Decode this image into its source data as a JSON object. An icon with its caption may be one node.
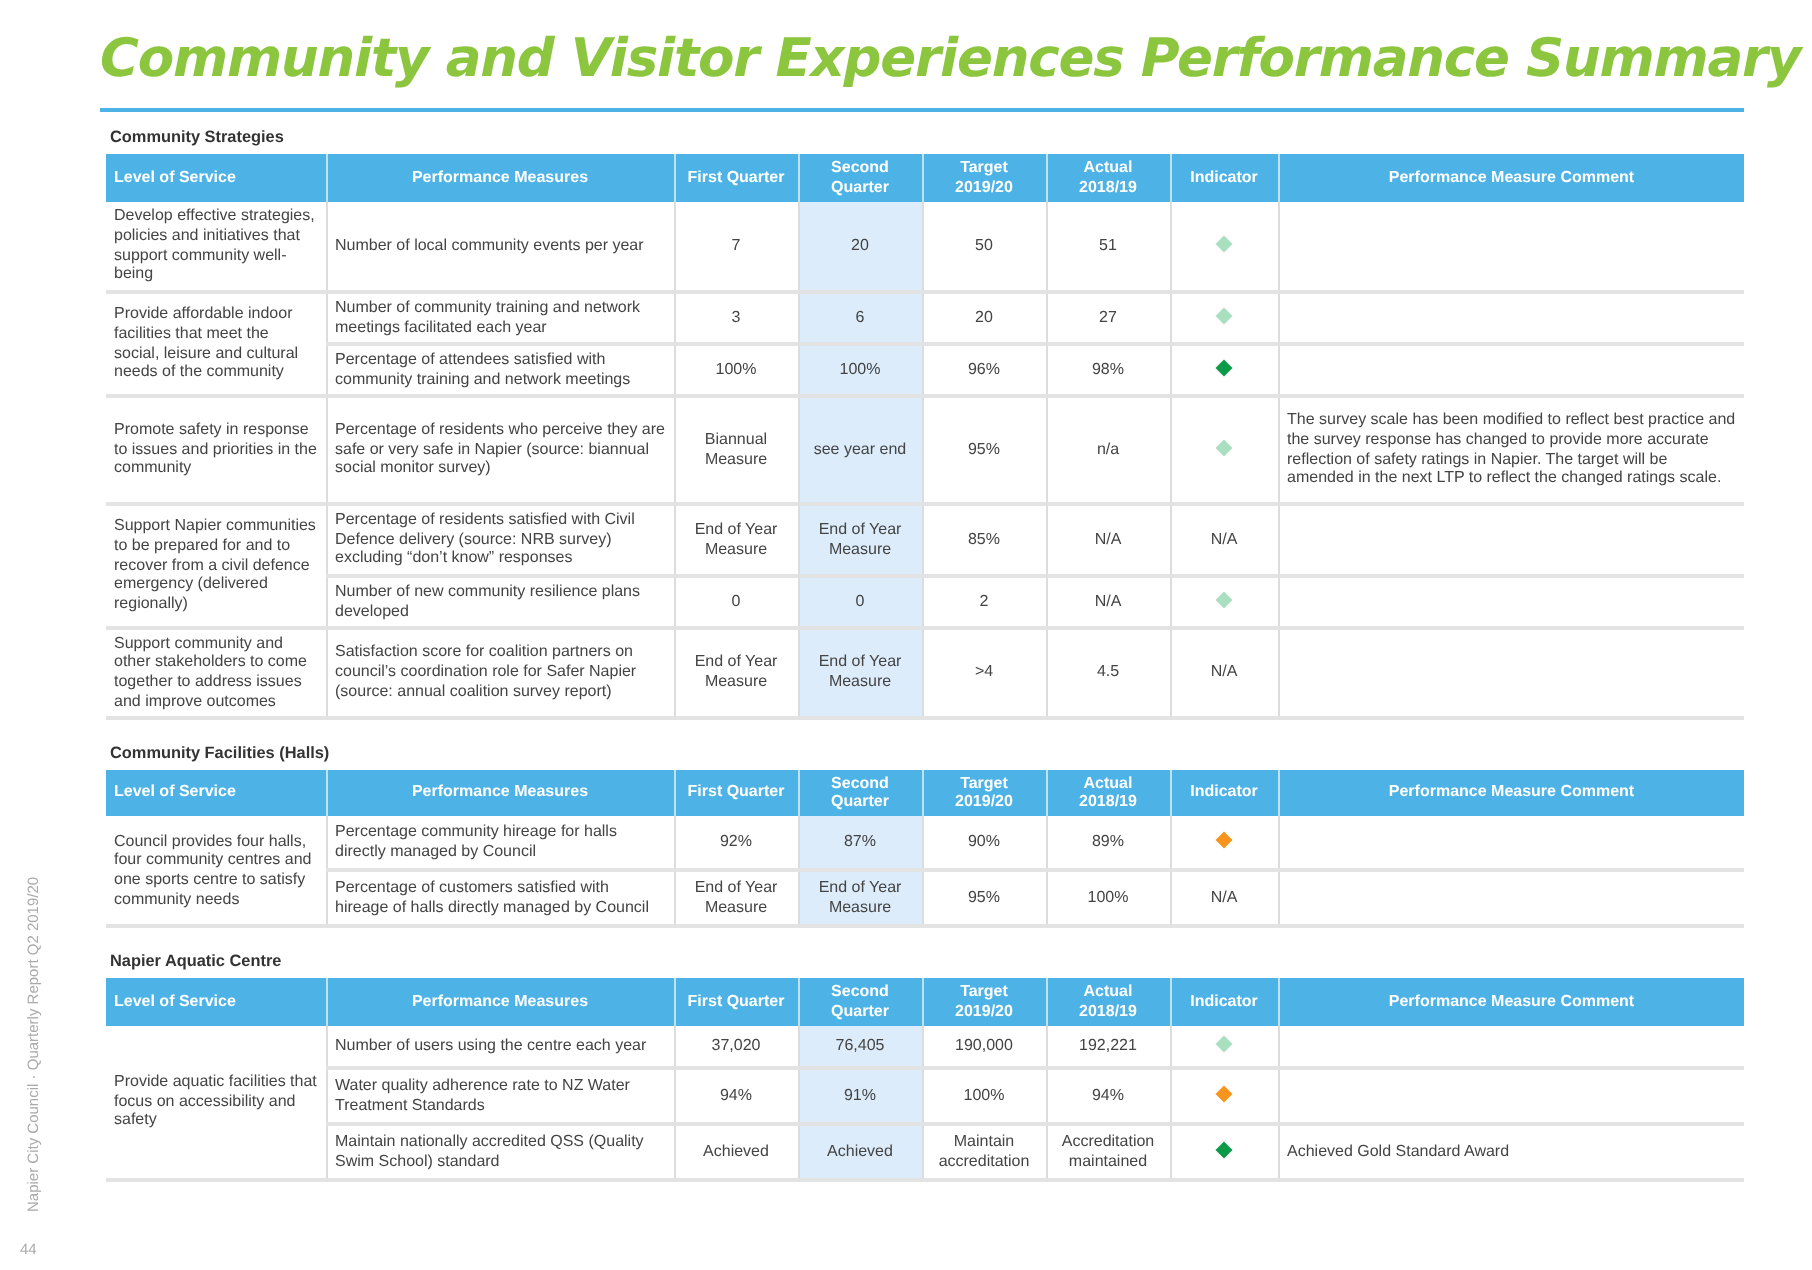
{
  "diagram": {
    "title": "Community and Visitor Experiences Performance Summary",
    "labels": [
      "Community Strategies",
      "Level of Service",
      "Performance Measures",
      "First Quarter",
      "Second Quarter",
      "Target 2019/20",
      "Actual 2018/19",
      "Indicator",
      "Performance Measure Comment",
      "Develop effective strategies, policies and initiatives that support community well-being",
      "Number of local community events per year",
      "7",
      "20",
      "50",
      "51",
      "Provide affordable indoor facilities that meet the social, leisure and cultural needs of the community",
      "Number of community training and network meetings facilitated each year",
      "3",
      "6",
      "20",
      "27",
      "Percentage of attendees satisfied with community training and network meetings",
      "100%",
      "100%",
      "96%",
      "98%",
      "Promote safety in response to issues and priorities in the community",
      "Percentage of residents who perceive they are safe or very safe in Napier (source: biannual social monitor survey)",
      "Biannual Measure",
      "see year end",
      "95%",
      "n/a",
      "The survey scale has been modified to reflect best practice and the survey response has changed to provide more accurate reflection of safety ratings in Napier. The target will be amended in the next LTP to reflect the changed ratings scale.",
      "Support Napier communities to be prepared for and to recover from a civil defence emergency (delivered regionally)",
      "Percentage of residents satisfied with Civil Defence delivery (source: NRB survey) excluding “don’t know” responses",
      "End of Year Measure",
      "End of Year Measure",
      "85%",
      "N/A",
      "N/A",
      "Number of new community resilience plans developed",
      "0",
      "0",
      "2",
      "N/A",
      "Support community and other stakeholders to come together to address issues and improve outcomes",
      "Satisfaction score for coalition partners on council’s coordination role for Safer Napier (source: annual coalition survey report)",
      "End of Year Measure",
      "End of Year Measure",
      ">4",
      "4.5",
      "N/A",
      "Community Facilities (Halls)",
      "Level of Service",
      "Performance Measures",
      "First Quarter",
      "Second Quarter",
      "Target 2019/20",
      "Actual 2018/19",
      "Indicator",
      "Performance Measure Comment",
      "Council provides four halls, four community centres and one sports centre to satisfy community needs",
      "Percentage community hireage for halls directly managed by Council",
      "92%",
      "87%",
      "90%",
      "89%",
      "Percentage of customers satisfied with hireage of halls directly managed by Council",
      "End of Year Measure",
      "End of Year Measure",
      "95%",
      "100%",
      "N/A",
      "Napier Aquatic Centre",
      "Level of Service",
      "Performance Measures",
      "First Quarter",
      "Second Quarter",
      "Target 2019/20",
      "Actual 2018/19",
      "Indicator",
      "Performance Measure Comment",
      "Provide aquatic facilities that focus on accessibility and safety",
      "Number of users using the centre each year",
      "37,020",
      "76,405",
      "190,000",
      "192,221",
      "Water quality adherence rate to NZ Water Treatment Standards",
      "94%",
      "91%",
      "100%",
      "94%",
      "Maintain nationally accredited QSS (Quality Swim School) standard",
      "Achieved",
      "Achieved",
      "Maintain accreditation",
      "Accreditation maintained",
      "Achieved Gold Standard Award",
      "Napier City Council · Quarterly Report Q2 2019/20",
      "44"
    ]
  }
}
